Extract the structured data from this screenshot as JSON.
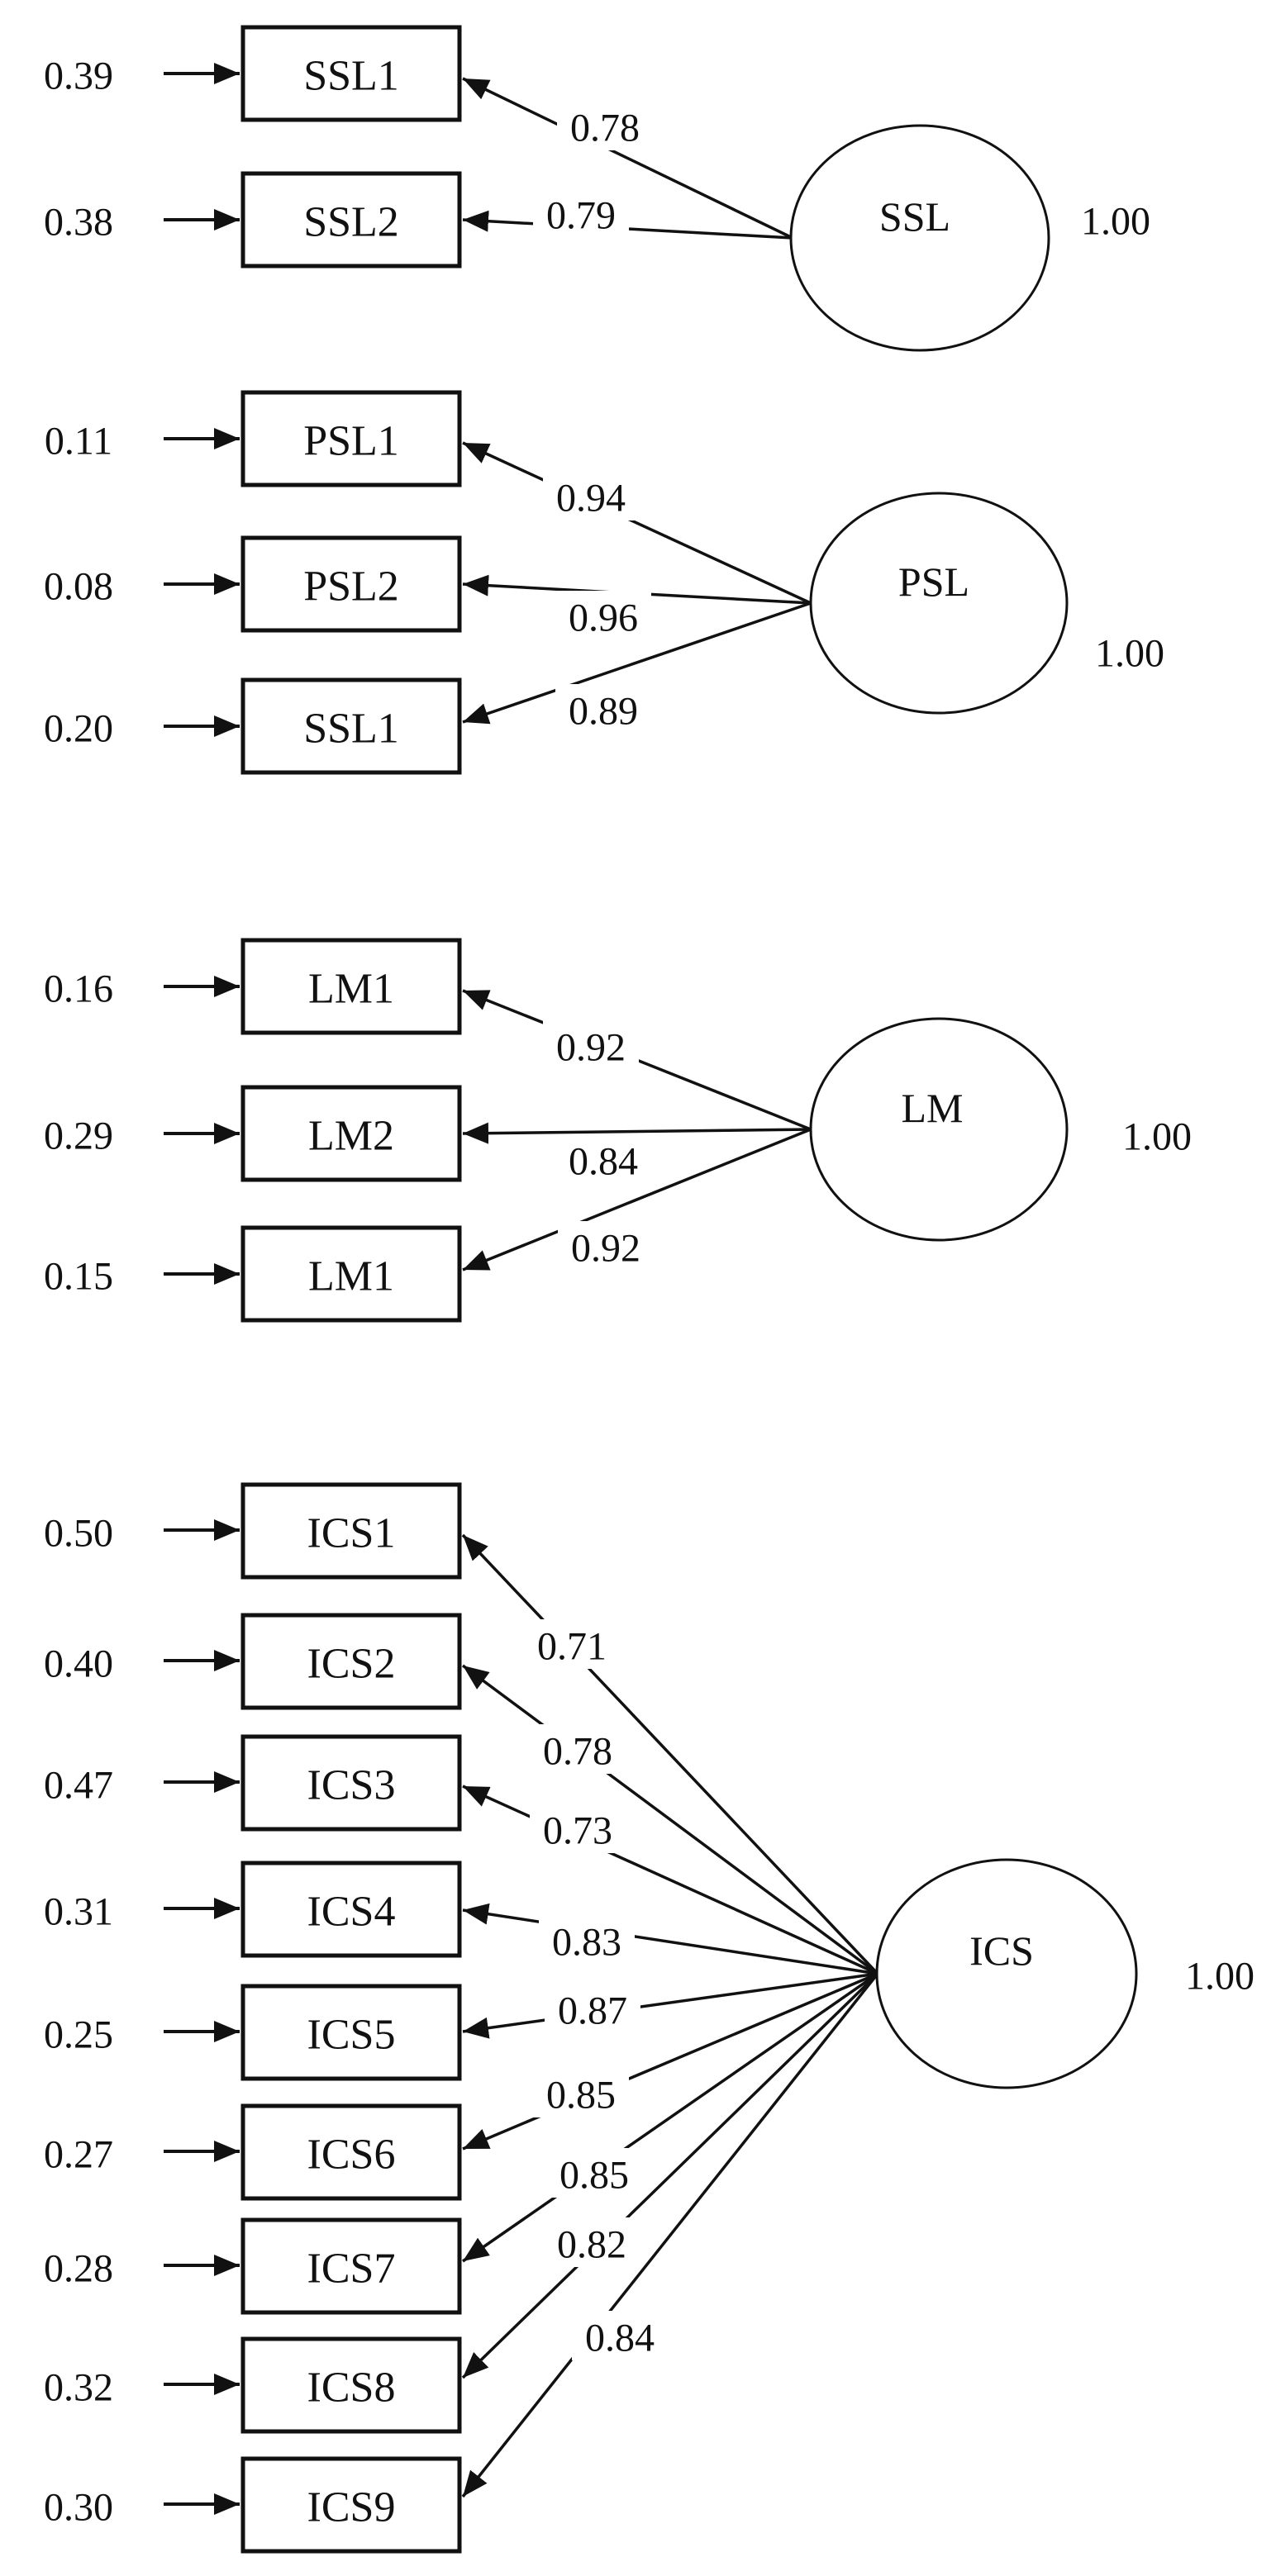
{
  "diagram": {
    "type": "confirmatory-factor-analysis-path-diagram",
    "background_color": "#ffffff",
    "line_color": "#111111",
    "groups": [
      {
        "factor": "SSL",
        "variance": "1.00",
        "indicators": [
          {
            "label": "SSL1",
            "error": "0.39",
            "loading": "0.78"
          },
          {
            "label": "SSL2",
            "error": "0.38",
            "loading": "0.79"
          }
        ]
      },
      {
        "factor": "PSL",
        "variance": "1.00",
        "indicators": [
          {
            "label": "PSL1",
            "error": "0.11",
            "loading": "0.94"
          },
          {
            "label": "PSL2",
            "error": "0.08",
            "loading": "0.96"
          },
          {
            "label": "SSL1",
            "error": "0.20",
            "loading": "0.89"
          }
        ]
      },
      {
        "factor": "LM",
        "variance": "1.00",
        "indicators": [
          {
            "label": "LM1",
            "error": "0.16",
            "loading": "0.92"
          },
          {
            "label": "LM2",
            "error": "0.29",
            "loading": "0.84"
          },
          {
            "label": "LM1",
            "error": "0.15",
            "loading": "0.92"
          }
        ]
      },
      {
        "factor": "ICS",
        "variance": "1.00",
        "indicators": [
          {
            "label": "ICS1",
            "error": "0.50",
            "loading": "0.71"
          },
          {
            "label": "ICS2",
            "error": "0.40",
            "loading": "0.78"
          },
          {
            "label": "ICS3",
            "error": "0.47",
            "loading": "0.73"
          },
          {
            "label": "ICS4",
            "error": "0.31",
            "loading": "0.83"
          },
          {
            "label": "ICS5",
            "error": "0.25",
            "loading": "0.87"
          },
          {
            "label": "ICS6",
            "error": "0.27",
            "loading": "0.85"
          },
          {
            "label": "ICS7",
            "error": "0.28",
            "loading": "0.85"
          },
          {
            "label": "ICS8",
            "error": "0.32",
            "loading": "0.82"
          },
          {
            "label": "ICS9",
            "error": "0.30",
            "loading": "0.84"
          }
        ]
      }
    ]
  }
}
